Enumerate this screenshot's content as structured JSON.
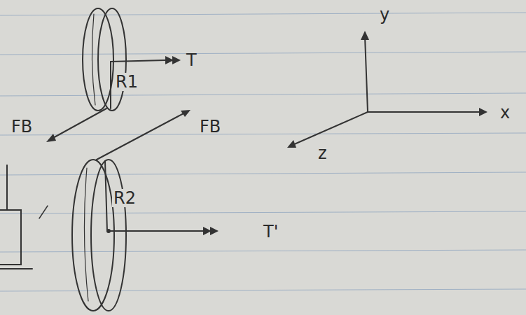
{
  "diagram": {
    "labels": [
      "T",
      "R1",
      "FB",
      "FB",
      "R2",
      "T'",
      "y",
      "x",
      "z"
    ]
  }
}
